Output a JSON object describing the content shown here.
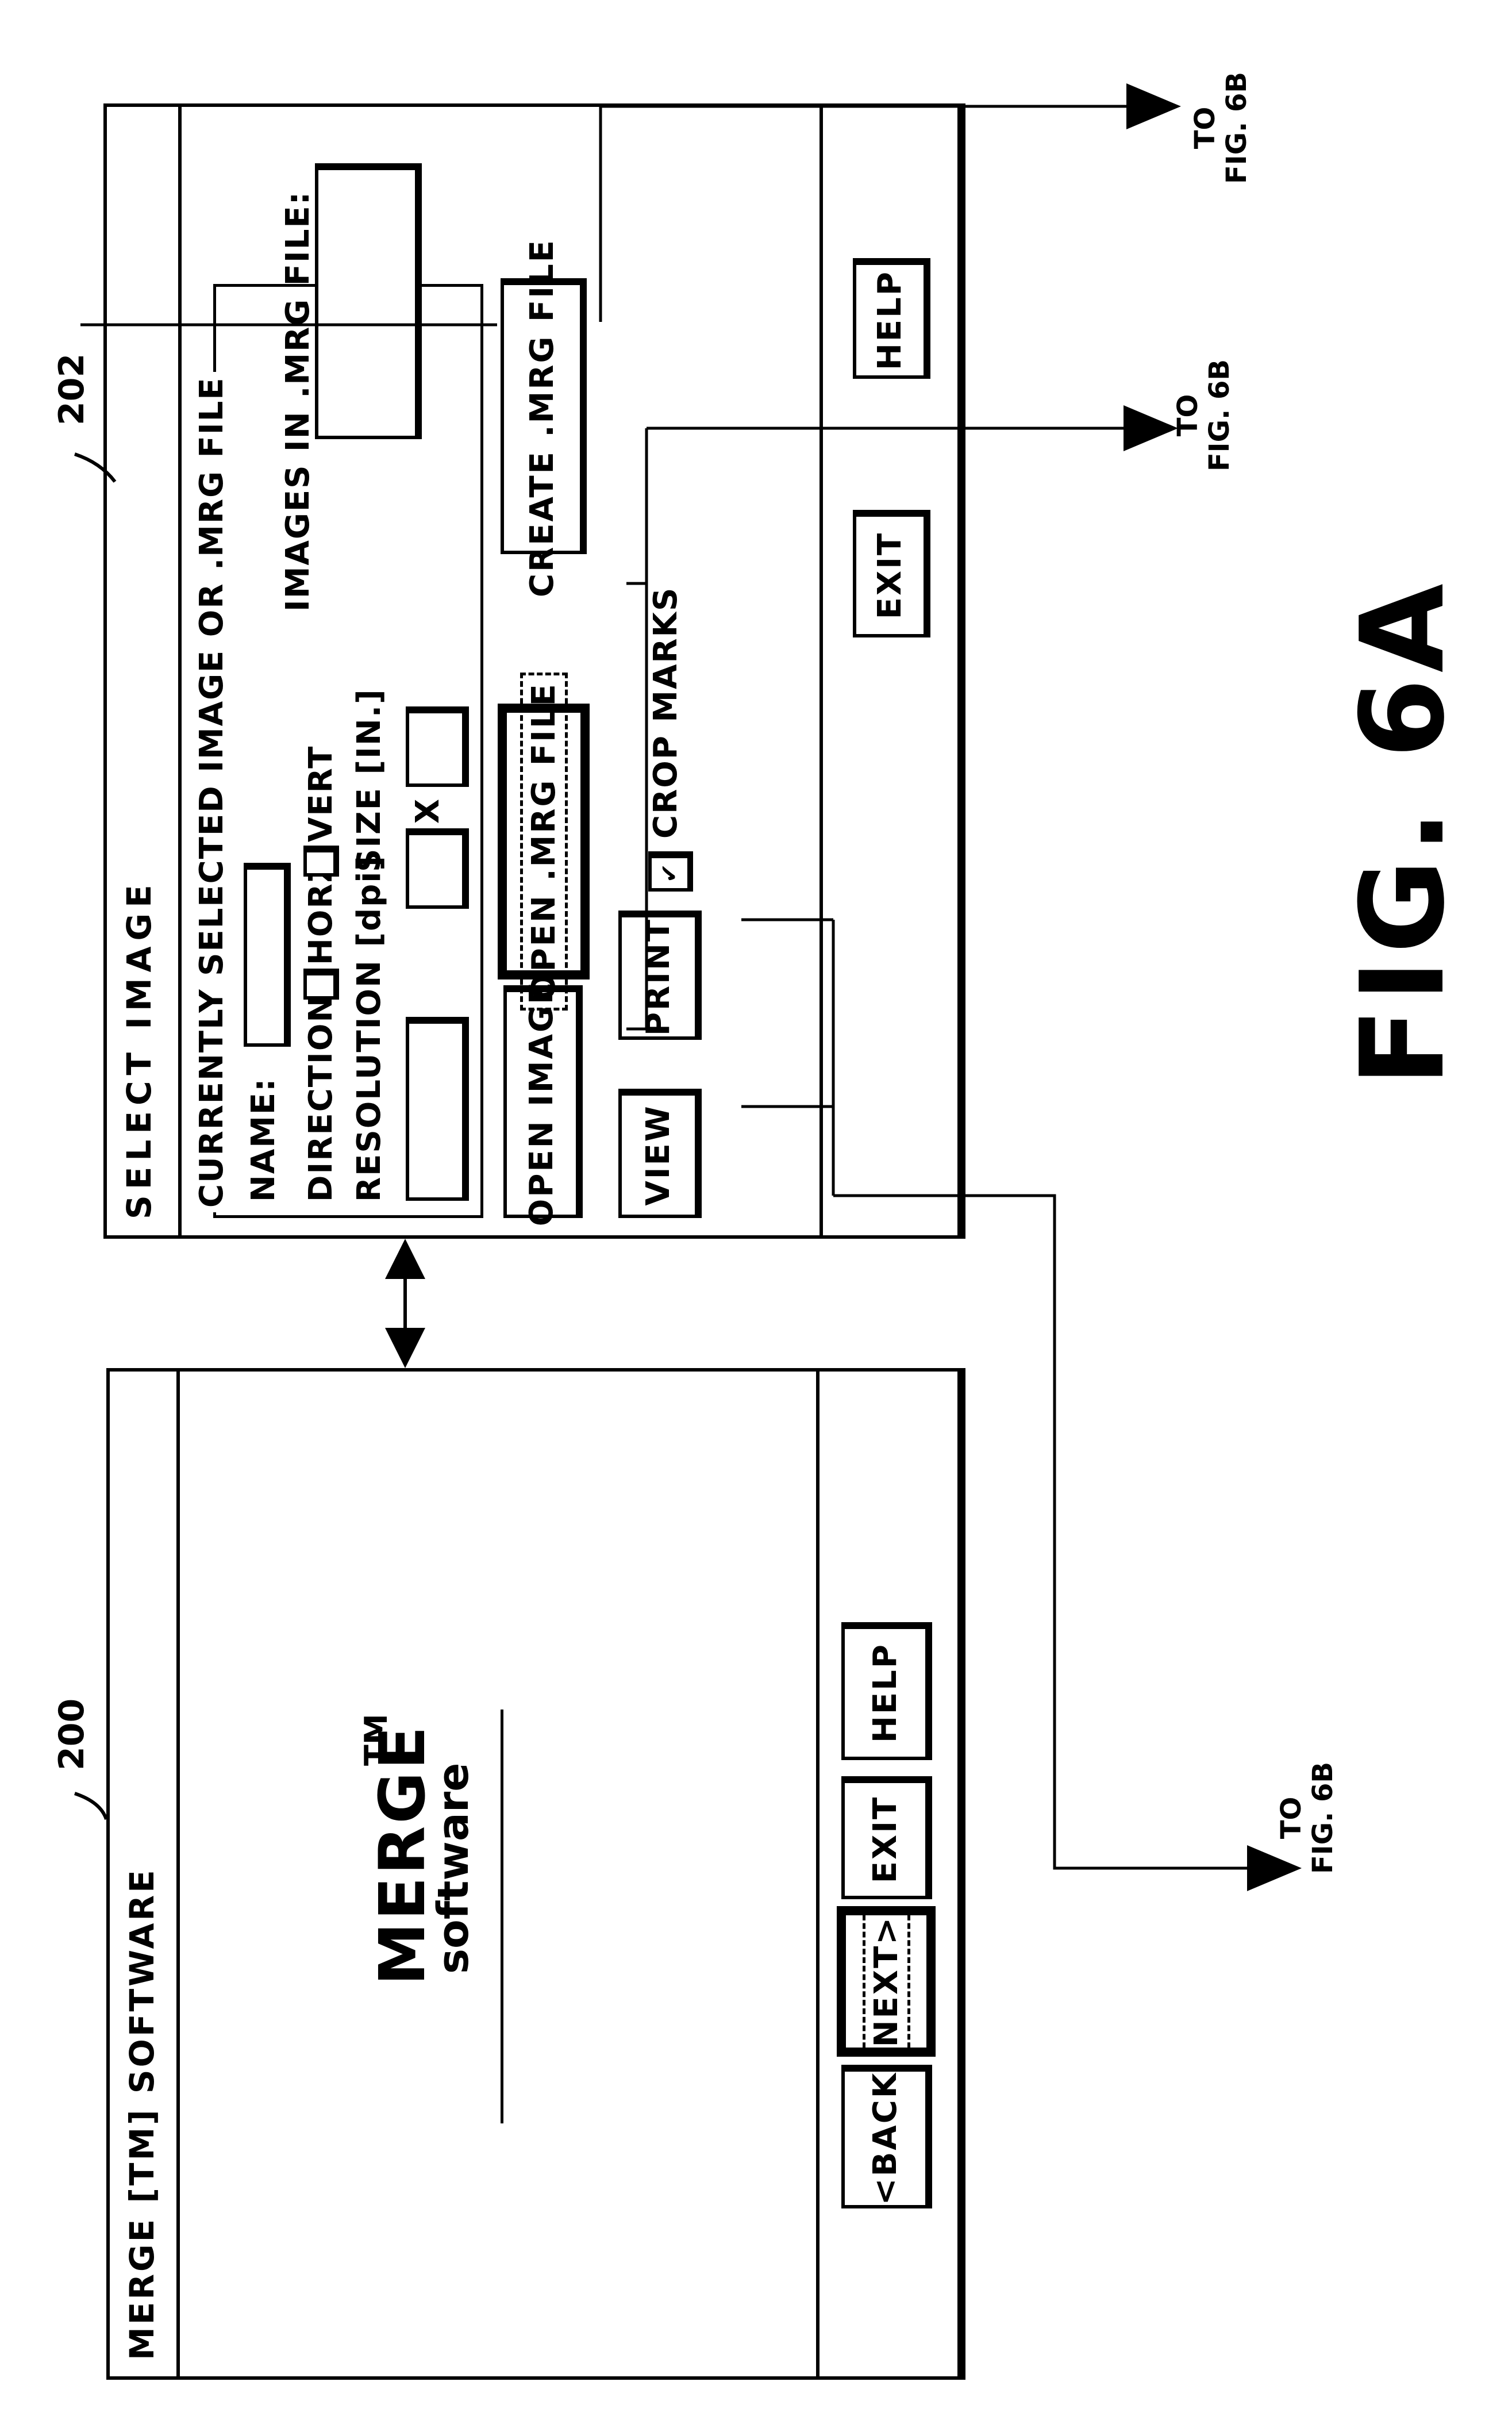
{
  "figure_label": "FIG. 6A",
  "windows": {
    "splash": {
      "ref": "200",
      "title": "MERGE [TM] SOFTWARE",
      "logo": {
        "main": "MERGE",
        "tm": "TM",
        "sub": "software"
      },
      "buttons": [
        {
          "label": "<BACK",
          "mnemonic": "B",
          "default": false
        },
        {
          "label": "NEXT>",
          "mnemonic": "N",
          "default": true
        },
        {
          "label": "EXIT",
          "default": false
        },
        {
          "label": "HELP",
          "default": false
        }
      ]
    },
    "select_image": {
      "ref": "202",
      "title": "SELECT IMAGE",
      "group_title": "CURRENTLY SELECTED IMAGE OR .MRG FILE",
      "name_label": "NAME:",
      "name_value": "",
      "direction_label": "DIRECTION:",
      "direction_options": [
        {
          "label": "HORZ",
          "checked": false
        },
        {
          "label": "VERT",
          "checked": false
        }
      ],
      "resolution_label": "RESOLUTION [dpi]",
      "resolution_value": "",
      "size_label": "SIZE [IN.]",
      "size_width_value": "",
      "size_sep": "X",
      "size_height_value": "",
      "images_label": "IMAGES IN .MRG FILE:",
      "buttons": {
        "open_image": "OPEN IMAGE",
        "open_mrg": "OPEN .MRG FILE",
        "create_mrg": "CREATE .MRG FILE",
        "view": "VIEW",
        "print": "PRINT",
        "exit": "EXIT",
        "help": "HELP"
      },
      "crop_marks": {
        "label": "CROP MARKS",
        "checked": true,
        "glyph": "✔"
      }
    }
  },
  "connectors": [
    {
      "from": "select-image-window",
      "to": "splash-window",
      "type": "bidirectional"
    },
    {
      "from": "create-mrg-file-button",
      "note": [
        "TO",
        "FIG. 6B"
      ]
    },
    {
      "from": "open-image / open-mrg-file-buttons",
      "note": [
        "TO",
        "FIG. 6B"
      ]
    },
    {
      "from": "view / print-buttons",
      "note": [
        "TO",
        "FIG. 6B"
      ]
    }
  ],
  "notes": {
    "to": "TO",
    "fig6b": "FIG. 6B"
  }
}
